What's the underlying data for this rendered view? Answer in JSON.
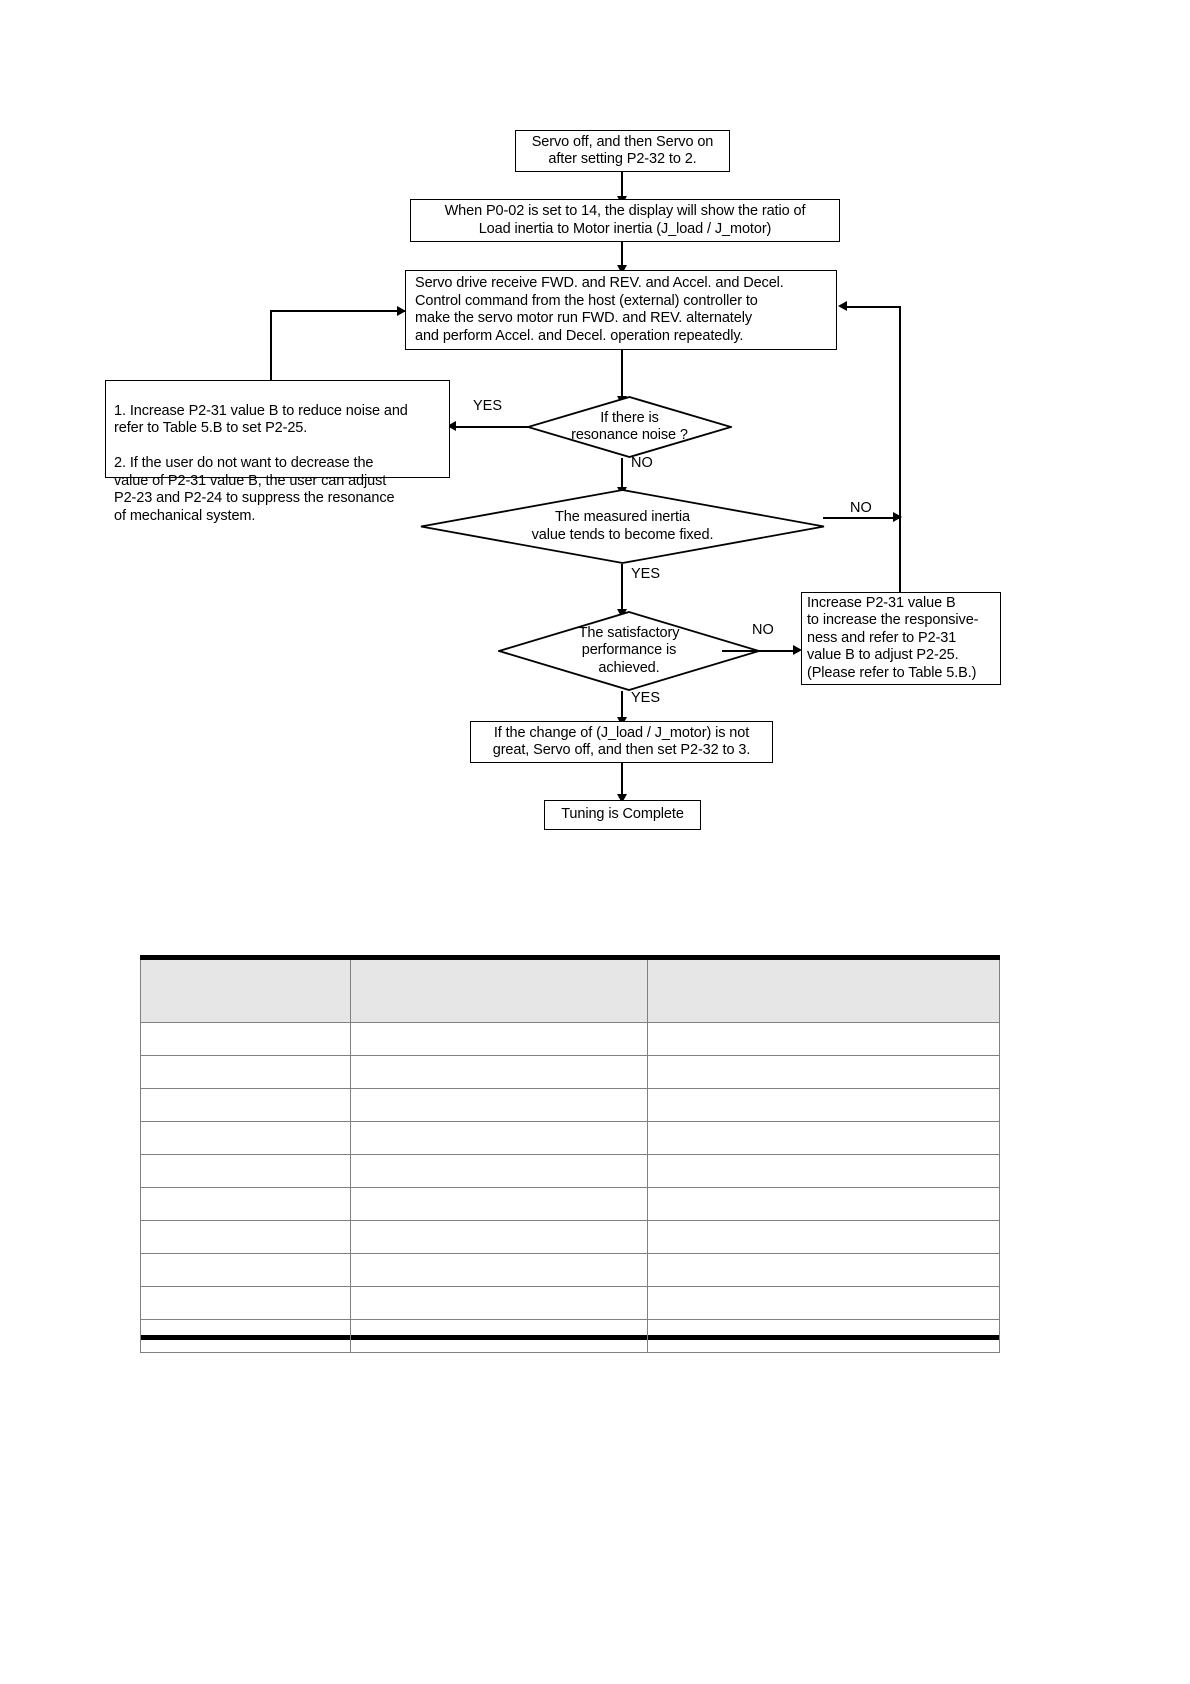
{
  "document": {
    "type": "flowchart-page",
    "orientation": "portrait"
  },
  "flowchart": {
    "nodes": {
      "start": {
        "kind": "process",
        "text": "Servo off, and then Servo on\nafter setting P2-32 to 2."
      },
      "display_ratio": {
        "kind": "process",
        "text": "When P0-02 is set to 14, the display will show the ratio of\nLoad inertia to Motor inertia (J_load / J_motor)"
      },
      "drive_receive": {
        "kind": "process",
        "text": "Servo drive receive FWD. and REV. and Accel. and Decel.\nControl command from the host (external) controller to\nmake the servo motor run FWD. and REV. alternately\nand perform Accel. and Decel. operation repeatedly."
      },
      "resonance_notes": {
        "kind": "note",
        "items": [
          "1. Increase P2-31 value B to reduce noise and\n    refer to Table 5.B to set P2-25.",
          "2. If the user do not want to decrease the\n    value of P2-31 value B, the user can adjust\n    P2-23 and P2-24 to suppress the resonance\n    of mechanical system."
        ]
      },
      "decision_resonance": {
        "kind": "decision",
        "text": "If there is\nresonance noise ?"
      },
      "decision_inertia": {
        "kind": "decision",
        "text": "The measured inertia\nvalue tends to become fixed."
      },
      "decision_performance": {
        "kind": "decision",
        "text": "The satisfactory\nperformance is\nachieved."
      },
      "increase_responsiveness": {
        "kind": "process",
        "text": "Increase P2-31 value B\nto increase the responsive-\nness and refer to P2-31\nvalue B to adjust P2-25.\n(Please refer to Table 5.B.)"
      },
      "set_p232_to_3": {
        "kind": "process",
        "text": "If the change of (J_load / J_motor) is not\ngreat, Servo off, and then set P2-32 to 3."
      },
      "complete": {
        "kind": "terminal",
        "text": "Tuning is Complete"
      }
    },
    "edge_labels": {
      "resonance_yes": "YES",
      "resonance_no": "NO",
      "inertia_yes": "YES",
      "inertia_no": "NO",
      "performance_yes": "YES",
      "performance_no": "NO"
    }
  },
  "table": {
    "columns": [
      "",
      "",
      ""
    ],
    "header": [
      "",
      "",
      ""
    ],
    "rows": [
      [
        "",
        "",
        ""
      ],
      [
        "",
        "",
        ""
      ],
      [
        "",
        "",
        ""
      ],
      [
        "",
        "",
        ""
      ],
      [
        "",
        "",
        ""
      ],
      [
        "",
        "",
        ""
      ],
      [
        "",
        "",
        ""
      ],
      [
        "",
        "",
        ""
      ],
      [
        "",
        "",
        ""
      ],
      [
        "",
        "",
        ""
      ]
    ]
  },
  "colors": {
    "line": "#000000",
    "table_header_fill": "#e6e6e6",
    "table_grid": "#808080",
    "page_background": "#ffffff"
  }
}
